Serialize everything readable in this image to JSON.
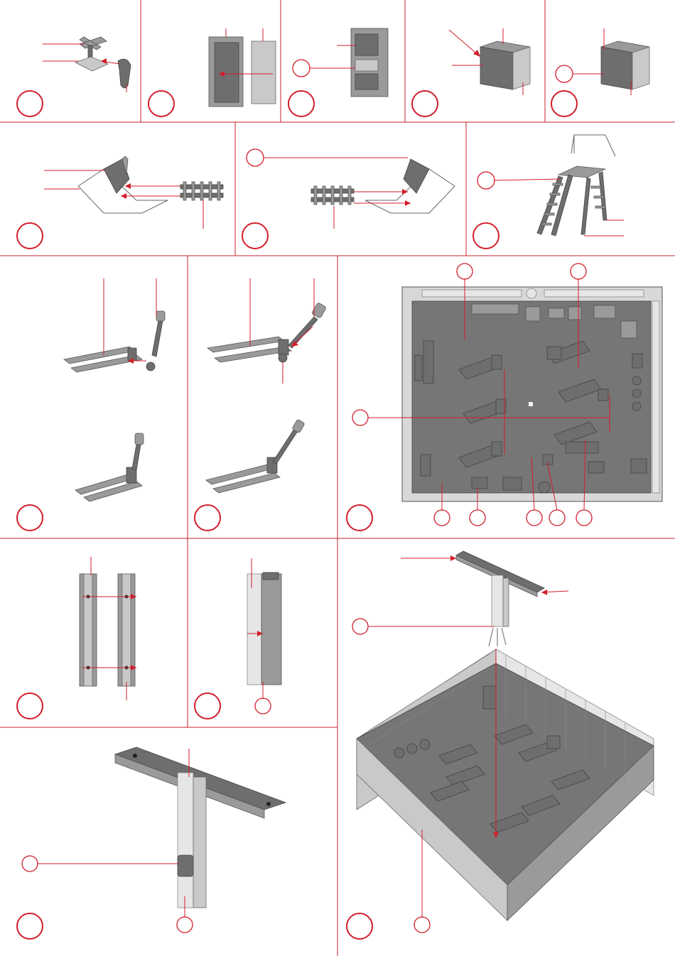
{
  "sheet": {
    "theme": {
      "accent": "#d21e2b",
      "part_gray": "#8c8c8c",
      "background": "#ffffff"
    },
    "steps": [
      {
        "id": "swivel-chair",
        "part": "chair"
      },
      {
        "id": "cabinet-panel",
        "part": "cabinet"
      },
      {
        "id": "control-cabinet",
        "part": "cabinet"
      },
      {
        "id": "machine-housing",
        "part": "machine"
      },
      {
        "id": "machine-housing-b",
        "part": "machine"
      },
      {
        "id": "platform-stair-left",
        "part": "stair"
      },
      {
        "id": "platform-stair-right",
        "part": "stair"
      },
      {
        "id": "work-platform",
        "part": "platform"
      },
      {
        "id": "pallet-truck-a",
        "part": "pallet-truck"
      },
      {
        "id": "pallet-truck-b",
        "part": "pallet-truck"
      },
      {
        "id": "hall-interior",
        "part": "floor-plan"
      },
      {
        "id": "column-halves",
        "part": "column"
      },
      {
        "id": "column-assembled",
        "part": "column"
      },
      {
        "id": "column-with-crossbeam",
        "part": "column"
      },
      {
        "id": "column-mounting",
        "part": "hall"
      },
      {
        "id": "assembled-hall",
        "part": "hall"
      }
    ]
  }
}
